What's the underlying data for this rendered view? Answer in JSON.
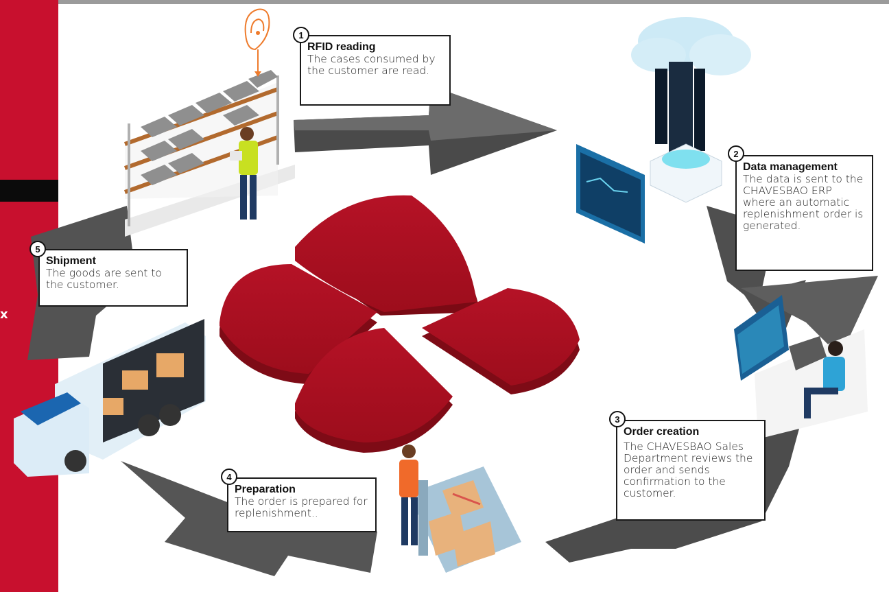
{
  "side_rail": {
    "glyph": "x"
  },
  "steps": [
    {
      "number": "1",
      "title": "RFID reading",
      "description": "The cases consumed by the customer are read."
    },
    {
      "number": "2",
      "title": "Data management",
      "description": "The data is sent to the CHAVESBAO ERP where an automatic replenishment order is generated."
    },
    {
      "number": "3",
      "title": "Order creation",
      "description": "The CHAVESBAO Sales Department reviews the order and sends confirmation to the customer."
    },
    {
      "number": "4",
      "title": "Preparation",
      "description": "The order is prepared for replenishment.."
    },
    {
      "number": "5",
      "title": "Shipment",
      "description": "The goods are sent to the customer."
    }
  ],
  "colors": {
    "brand_red": "#c8102e",
    "petal_red": "#a50f1e",
    "arrow_gray": "#5a5a5a",
    "box_border": "#1a1a1a"
  },
  "icons": [
    "rfid-signal-icon",
    "cloud-server-icon",
    "office-worker-icon",
    "pallet-cart-icon",
    "delivery-truck-icon",
    "shelf-worker-icon"
  ]
}
